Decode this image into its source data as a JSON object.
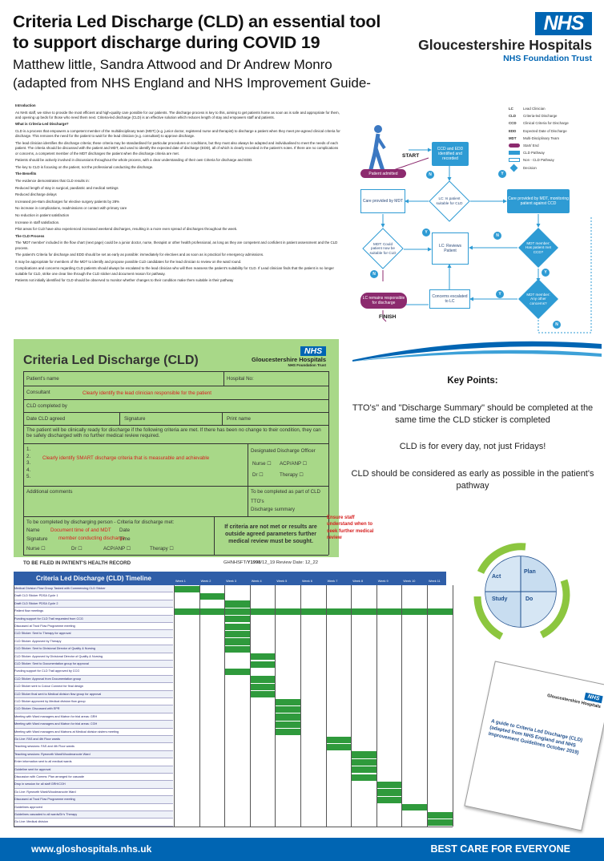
{
  "header": {
    "title": "Criteria Led Discharge (CLD) an essential tool to support discharge during COVID 19",
    "authors_line1": "Matthew little, Sandra Attwood and Dr Andrew Monro",
    "authors_line2": "(adapted from NHS England and NHS Improvement Guide-",
    "nhs_logo": "NHS",
    "org_name": "Gloucestershire Hospitals",
    "org_sub": "NHS Foundation Trust"
  },
  "intro": {
    "h_intro": "Introduction",
    "p1": "As NHS staff, we strive to provide the most efficient and high-quality care possible for our patients. The discharge process is key to this, aiming to get patients home as soon as is safe and appropriate for them, and opening up beds for those who need them next. Criteria-led discharge (CLD) is an effective solution which reduces length of stay and empowers staff and patients.",
    "h_what": "What is Criteria-Led Discharge?",
    "p2": "CLD is a process that empowers a competent member of the multidisciplinary team (MDT) (e.g. junior doctor, registered nurse and therapist) to discharge a patient when they meet pre-agreed clinical criteria for discharge. This removes the need for the patient to wait for the lead clinician (e.g. consultant) to approve discharge.",
    "p3": "The lead clinician identifies the discharge criteria; these criteria may be standardised for particular procedures or conditions, but they must also always be adapted and individualised to meet the needs of each patient. The criteria should be discussed with the patient and MDT, and used to identify the expected date of discharge (EDD), all of which is clearly recorded in the patient's notes. If there are no complications or concerns, a competent member of the MDT discharges the patient when the discharge criteria are met.",
    "p4": "Patients should be actively involved in discussions throughout the whole process, with a clear understanding of their own Criteria for discharge and EDD.",
    "p5": "The key to CLD is focusing on the patient, not the professional conducting the discharge.",
    "h_benefits": "The Benefits",
    "p6": "The evidence demonstrates that CLD results in:",
    "b1": "Reduced length of stay in surgical, paediatric and medical settings",
    "b2": "Reduced discharge delays",
    "b3": "Increased pre-8am discharges for elective surgery patients by 28%",
    "b4": "No increase in complications, readmissions or contact with primary care",
    "b5": "No reduction in patient satisfaction",
    "b6": "Increase in staff satisfaction.",
    "p7": "Pilot areas for CLD have also experienced increased weekend discharges, resulting in a more even spread of discharges throughout the week.",
    "h_process": "The CLD Process",
    "p8": "The 'MDT member' included in the flow chart (next page) could be a junior doctor, nurse, therapist or other health professional, as long as they are competent and confident in patient assessment and the CLD process.",
    "p9": "The patient's Criteria for discharge and EDD should be set as early as possible: immediately for electives and as soon as is practical for emergency admissions.",
    "p10": "It may be appropriate for members of the MDT to identify and propose possible CLD candidates for the lead clinician to review on the ward round.",
    "p11": "Complications and concerns regarding CLD patients should always be escalated to the lead clinician who will then reassess the patient's suitability for CLD. If Lead clinician finds that the patient is no longer suitable for CLD, strike one clear line through the CLD sticker and document reason for pathway.",
    "p12": "Patients not initially identified for CLD should be observed to monitor whether changes to their condition make them suitable in their pathway"
  },
  "flow": {
    "legend": [
      {
        "key": "LC",
        "label": "Lead Clinician"
      },
      {
        "key": "CLD",
        "label": "Criteria-led Discharge"
      },
      {
        "key": "CCD",
        "label": "Clinical Criteria for Discharge"
      },
      {
        "key": "EDD",
        "label": "Expected Date of Discharge"
      },
      {
        "key": "MDT",
        "label": "Multi-Disciplinary Team"
      },
      {
        "key": "",
        "label": "Start/ End"
      },
      {
        "key": "",
        "label": "CLD Pathway"
      },
      {
        "key": "",
        "label": "Non - CLD Pathway"
      },
      {
        "key": "",
        "label": "Decision"
      }
    ],
    "start": "START",
    "finish": "FINISH",
    "admitted": "Patient admitted",
    "ccd_edd": "CCD and EDD identified and recorded",
    "suitable": "LC: Is patient suitable for CLD",
    "care_mdt": "Care provided by MDT",
    "care_mdt_ccd": "Care provided by MDT, monitoring patient against CCD",
    "mdt_could": "MDT: Could patient now be suitable for CLD",
    "reviews": "LC: Reviews Patient",
    "mdt_met": "MDT member: Has patient met CCD?",
    "lc_remains": "LC remains responsible for discharge",
    "concerns_lc": "Concerns escalated to LC",
    "mdt_concerns": "MDT member: Any other concerns?",
    "n": "N",
    "y": "Y",
    "colors": {
      "blue": "#2e9bd4",
      "purple": "#8c2a6e"
    }
  },
  "sticker": {
    "title": "Criteria Led Discharge  (CLD)",
    "nhs": "NHS",
    "org": "Gloucestershire Hospitals",
    "org_sub": "NHS Foundation Trust",
    "patient_name": "Patient's name",
    "hospital_no": "Hospital No:",
    "consultant": "Consultant",
    "consultant_note": "Clearly identify the lead clinician responsible for the patient",
    "completed_by": "CLD completed by",
    "date_agreed": "Date CLD agreed",
    "signature": "Signature",
    "print_name": "Print name",
    "ready_text": "The patient will be clinically ready for discharge if the following criteria are met. If there has been no change to their condition, they can be safely discharged with no further medical review required.",
    "numbers": [
      "1.",
      "2.",
      "3.",
      "4.",
      "5."
    ],
    "smart_note": "Clearly identify SMART discharge criteria that is measurable and  achievable",
    "officer": "Designated Discharge Officer",
    "nurse": "Nurse",
    "acp": "ACP/ANP",
    "dr": "Dr",
    "therapy": "Therapy",
    "additional": "Additional comments",
    "tbc": "To be completed as part of CLD",
    "ttos": "TTO's",
    "discharge_summary": "Discharge summary",
    "completed_discharging": "To be completed by discharging person - Criteria for discharge met:",
    "name": "Name",
    "name_note": "Document time of and MDT",
    "date": "Date",
    "signature2": "Signature",
    "member_note": "member conducting discharge",
    "time": "Time",
    "role_nurse": "Nurse",
    "role_dr": "Dr",
    "role_acp": "ACP/ANP",
    "role_therapy": "Therapy",
    "warning": "If criteria are not met or results are outside agreed parameters further medical review must be sought.",
    "footer_left": "TO BE FILED IN PATIENT'S HEALTH RECORD",
    "footer_code": "GHNHSFT/",
    "footer_code_bold": "Y1998",
    "footer_code_rest": "/12_19   Review Date: 12_22",
    "ensure": "Ensure staff understand when to seek further medical review"
  },
  "key_points": {
    "title": "Key Points:",
    "p1": "TTO's\" and \"Discharge Summary\" should be completed at the same time the CLD sticker is completed",
    "p2": "CLD is for every day, not just Fridays!",
    "p3": "CLD should be considered as early as possible in the patient's pathway"
  },
  "pdsa": {
    "act": "Act",
    "plan": "Plan",
    "study": "Study",
    "do": "Do"
  },
  "guide": {
    "nhs": "NHS",
    "org": "Gloucestershire Hospitals",
    "text": "A guide to Criteria Led Discharge (CLD) (adapted from NHS England and NHS Improvement Guidelines October 2019)"
  },
  "timeline": {
    "title": "Criteria Led Discharge (CLD) Timeline",
    "weeks": [
      "Week 1",
      "Week 2",
      "Week 3",
      "Week 4",
      "Week 5",
      "Week 6",
      "Week 7",
      "Week 8",
      "Week 9",
      "Week 10",
      "Week 11"
    ],
    "tasks": [
      {
        "label": "Medical Division Flow Group Tasked with Commencing CLD Sticker",
        "start": 1,
        "end": 1
      },
      {
        "label": "Draft CLD Sticker PDSA Cycle 1",
        "start": 2,
        "end": 2
      },
      {
        "label": "Draft CLD Sticker PDSA Cycle 2",
        "start": 3,
        "end": 3
      },
      {
        "label": "Patient flow meetings",
        "start": 1,
        "end": 11
      },
      {
        "label": "Funding support for CLD Trail requested from CCG",
        "start": 3,
        "end": 3
      },
      {
        "label": "Discussed at Trust Flow Programme meeting",
        "start": 3,
        "end": 3
      },
      {
        "label": "CLD Sticker: Sent to Therapy for approval",
        "start": 3,
        "end": 3
      },
      {
        "label": "CLD Sticker: Approved by Therapy",
        "start": 3,
        "end": 3
      },
      {
        "label": "CLD Sticker: Sent to Divisional Director of Quality & Nursing",
        "start": 3,
        "end": 3
      },
      {
        "label": "CLD Sticker: Approved by Divisional Director of Quality & Nursing",
        "start": 4,
        "end": 4
      },
      {
        "label": "CLD Sticker: Sent to Documentation group for approval",
        "start": 4,
        "end": 4
      },
      {
        "label": "Funding support for CLD Trail approved by CCG",
        "start": 3,
        "end": 3
      },
      {
        "label": "CLD Sticker: Approval from Documentation group",
        "start": 4,
        "end": 4
      },
      {
        "label": "CLD Sticker sent to Colour Connect for final design",
        "start": 4,
        "end": 4
      },
      {
        "label": "CLD Sticker final sent to Medical division flow group for approval",
        "start": 4,
        "end": 4
      },
      {
        "label": "CLD Sticker approved by Medical division flow group",
        "start": 5,
        "end": 5
      },
      {
        "label": "CLD Sticker: Discussed with EPR",
        "start": 5,
        "end": 5
      },
      {
        "label": "Meeting with Ward managers and Matron for trial areas: GRH",
        "start": 5,
        "end": 5
      },
      {
        "label": "Meeting with Ward managers and Matron for trial areas: CGH",
        "start": 5,
        "end": 5
      },
      {
        "label": "Meeting with Ward managers and Matrons at Medical division sisters meeting",
        "start": 5,
        "end": 5
      },
      {
        "label": "Go Live: FAS and 4th Floor wards",
        "start": 7,
        "end": 7
      },
      {
        "label": "Teaching sessions: FAS and 4th Floor wards",
        "start": 7,
        "end": 7
      },
      {
        "label": "Teaching sessions: Ryeworth Ward/Woodmancote Ward",
        "start": 8,
        "end": 8
      },
      {
        "label": "Enter information sent to all medical wards",
        "start": 8,
        "end": 8
      },
      {
        "label": "Guideline sent  for approval",
        "start": 8,
        "end": 8
      },
      {
        "label": "Discussion with Comms: Plan arranged for cascade",
        "start": 8,
        "end": 8
      },
      {
        "label": "Drop in session for all staff GRH/CGH",
        "start": 9,
        "end": 9
      },
      {
        "label": "Go Live: Ryeworth Ward/Woodmancote Ward",
        "start": 9,
        "end": 9
      },
      {
        "label": "Discussed at Trust Flow Programme meeting",
        "start": 9,
        "end": 9
      },
      {
        "label": "Guidelines approved",
        "start": 10,
        "end": 10
      },
      {
        "label": "Guidelines cascaded to all wards/Dr's Therapy",
        "start": 11,
        "end": 11
      },
      {
        "label": "Go Live: Medical division",
        "start": 11,
        "end": 11
      }
    ],
    "colors": {
      "header": "#2f5ea8",
      "bar": "#2f9a3c"
    }
  },
  "footer": {
    "url": "www.gloshospitals.nhs.uk",
    "tagline": "BEST CARE FOR EVERYONE"
  }
}
